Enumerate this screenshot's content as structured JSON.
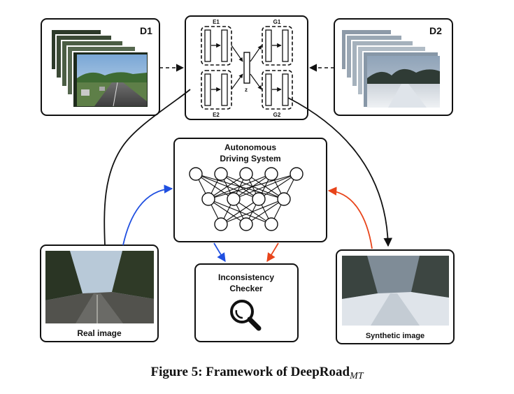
{
  "figure": {
    "d1_label": "D1",
    "d2_label": "D2",
    "e1_label": "E1",
    "e2_label": "E2",
    "g1_label": "G1",
    "g2_label": "G2",
    "z_label": "z",
    "ads_title_line1": "Autonomous",
    "ads_title_line2": "Driving System",
    "checker_line1": "Inconsistency",
    "checker_line2": "Checker",
    "real_label": "Real image",
    "synthetic_label": "Synthetic image"
  },
  "caption": {
    "main": "Figure 5: Framework of DeepRoad",
    "subscript": "MT"
  },
  "colors": {
    "real_arrow": "#1f4fe0",
    "synthetic_arrow": "#e8441a",
    "stroke": "#111111"
  }
}
